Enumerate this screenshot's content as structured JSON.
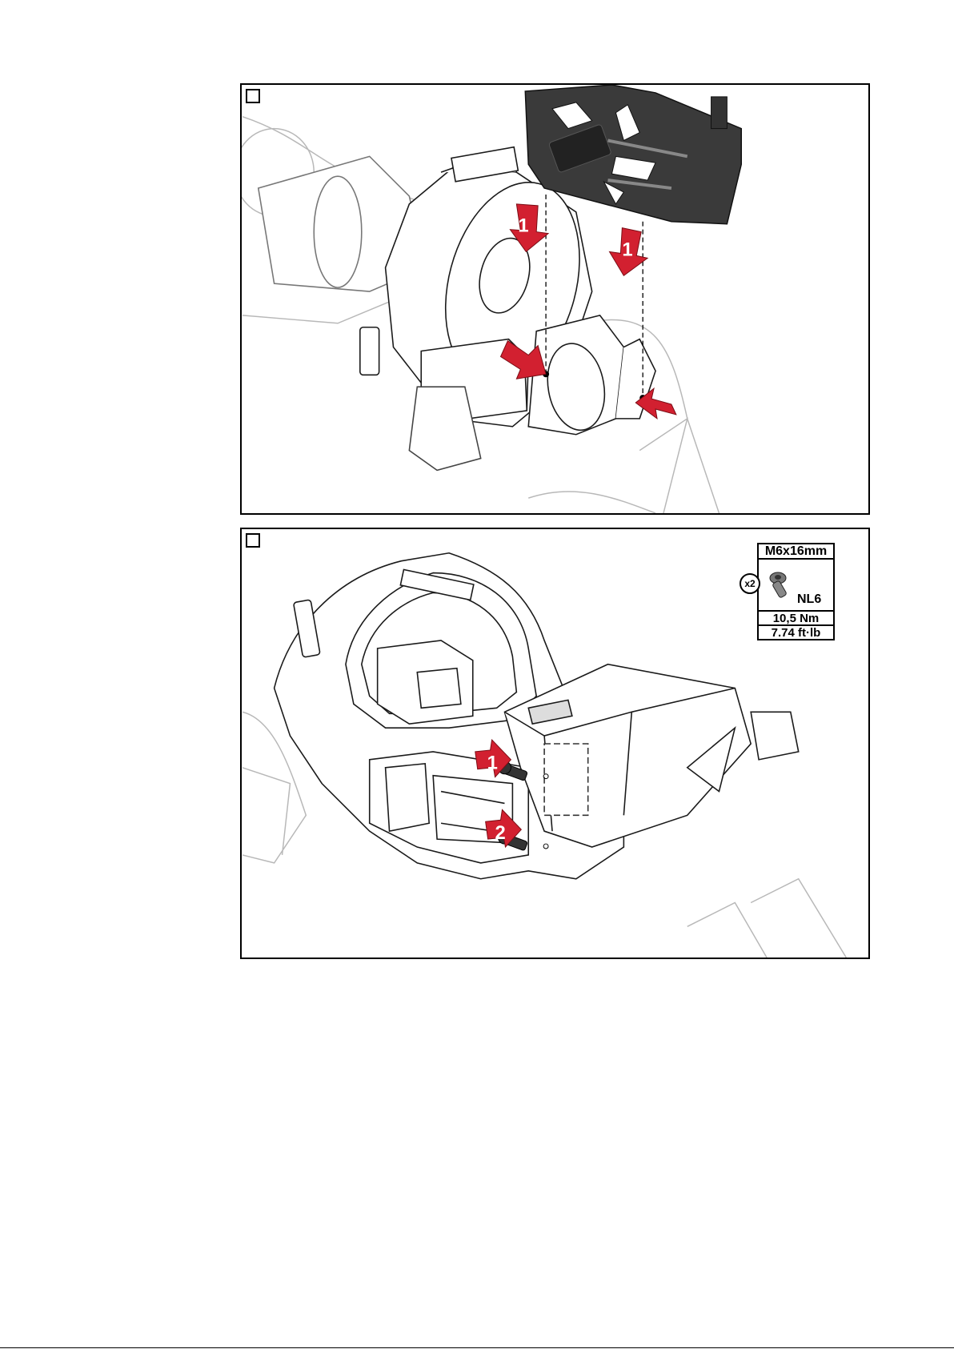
{
  "panel1": {
    "arrow_labels": [
      "1",
      "1"
    ]
  },
  "panel2": {
    "arrow_labels": [
      "1",
      "2"
    ],
    "spec": {
      "bolt_size": "M6x16mm",
      "quantity": "x2",
      "grade": "NL6",
      "torque_metric": "10,5 Nm",
      "torque_imperial": "7.74 ft·lb"
    }
  },
  "colors": {
    "arrow_red": "#d22030",
    "line": "#1a1a1a",
    "part_dark": "#3a3a3a"
  }
}
